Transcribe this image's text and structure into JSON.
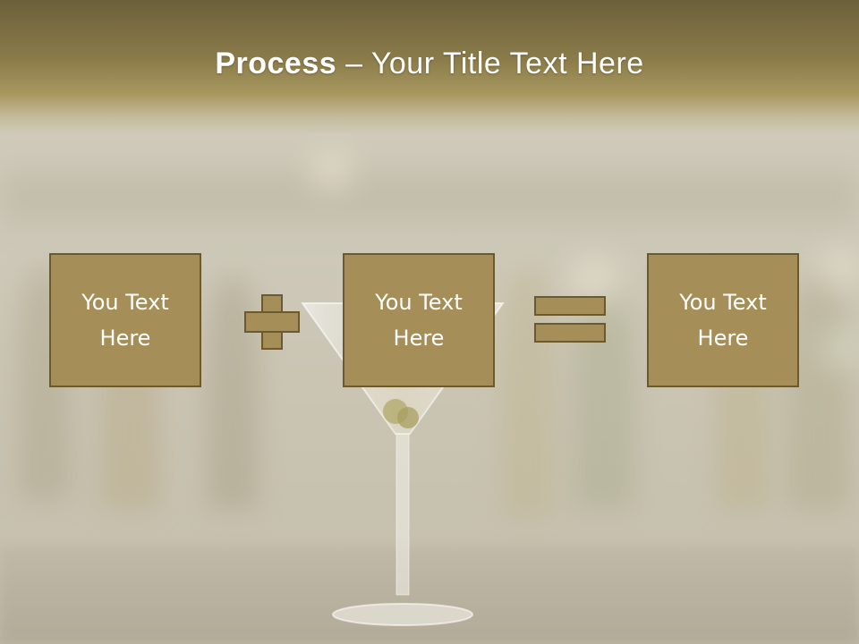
{
  "title": {
    "bold": "Process",
    "rest": " – Your Title Text Here"
  },
  "boxes": [
    {
      "line1": "You Text",
      "line2": "Here"
    },
    {
      "line1": "You Text",
      "line2": "Here"
    },
    {
      "line1": "You Text",
      "line2": "Here"
    }
  ],
  "operators": [
    "plus",
    "equals"
  ],
  "colors": {
    "box_fill": "#a58e57",
    "box_border": "#6b5a2f",
    "title_band": "#7a6c40",
    "text": "#ffffff"
  }
}
